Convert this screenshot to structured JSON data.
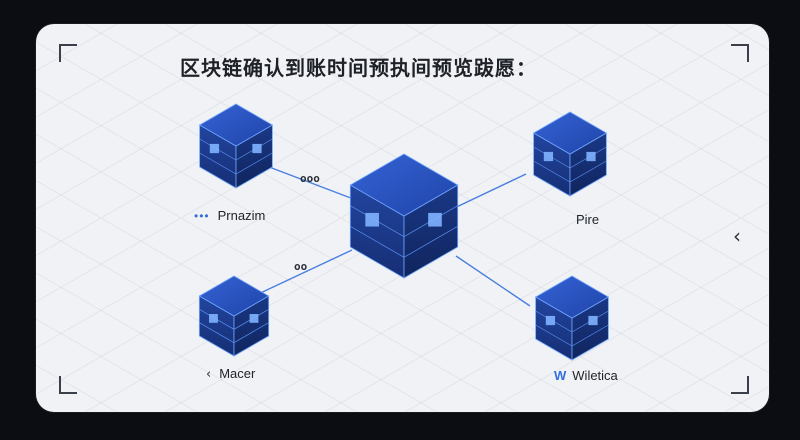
{
  "title": "区块链确认到账时间预执间预览跋愿：",
  "nodes": {
    "top_left": {
      "label": "Prnazim",
      "icon": "dots-connector-icon"
    },
    "top_right": {
      "label": "Pire"
    },
    "bottom_left": {
      "label": "Macer",
      "icon": "chevron-left-icon"
    },
    "bottom_right": {
      "label": "Wiletica",
      "icon": "w-logo-icon"
    }
  },
  "link_tags": {
    "top": "ooo",
    "bottom": "oo"
  },
  "nav": {
    "chevron": "‹"
  },
  "colors": {
    "cube_face": "#1f3f9c",
    "cube_top": "#2a54c4",
    "cube_edge": "#6fa6ff",
    "link": "#4a7fe0",
    "card_bg": "#f1f2f5"
  }
}
